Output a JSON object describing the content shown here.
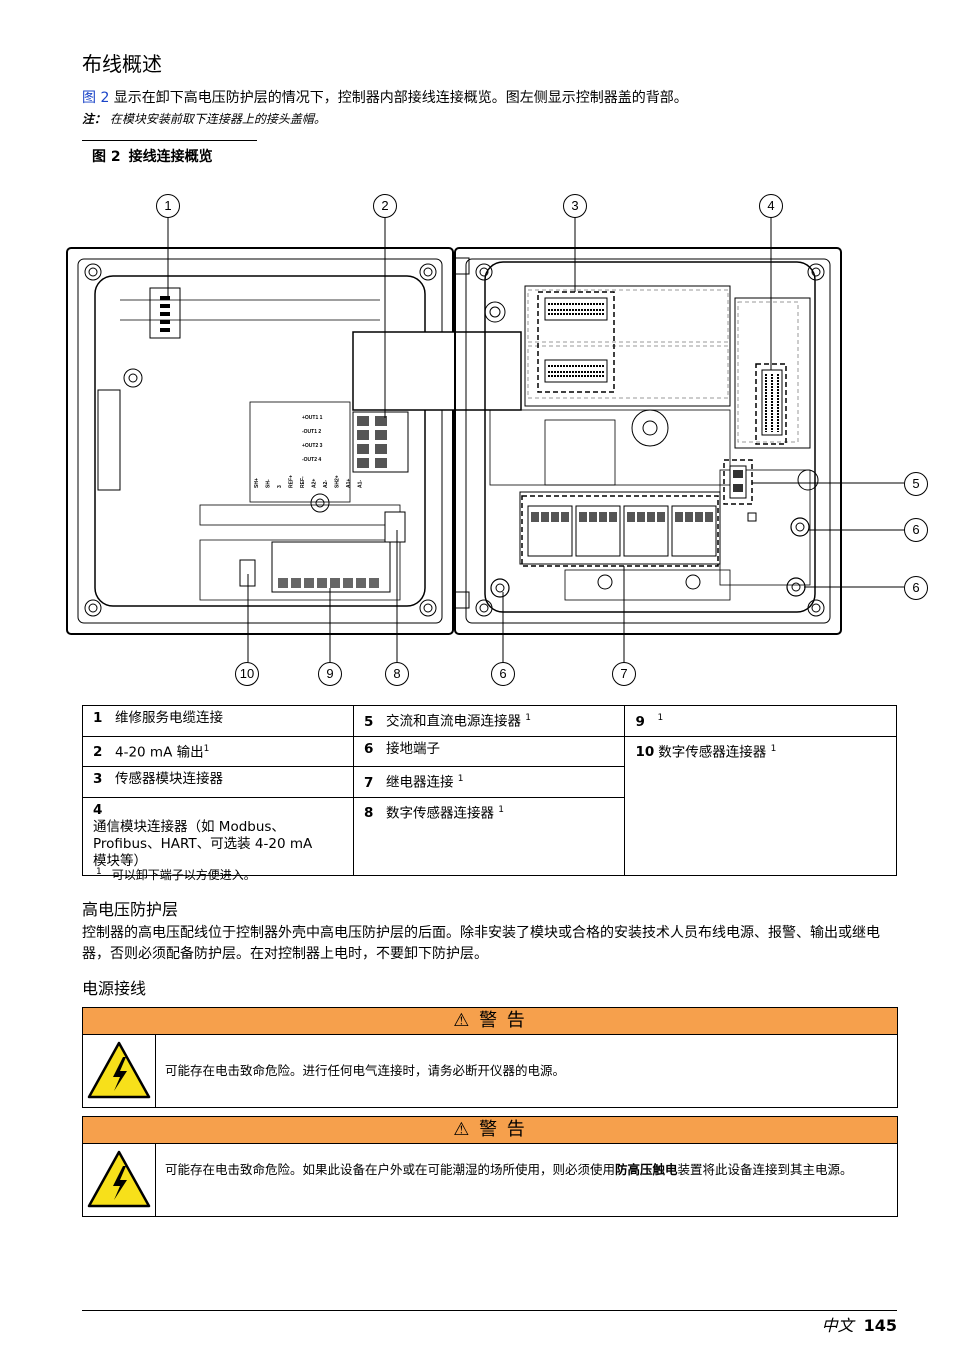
{
  "title": "布线概述",
  "intro": {
    "link": "图 2",
    "text": " 显示在卸下高电压防护层的情况下，控制器内部接线连接概览。图左侧显示控制器盖的背部。"
  },
  "note": {
    "label": "注：",
    "text": "在模块安装前取下连接器上的接头盖帽。"
  },
  "figure": {
    "number": "图 2",
    "caption": "接线连接概览"
  },
  "diagram_labels": {
    "out1": "+OUT1 1",
    "out2": "-OUT1 2",
    "out3": "+OUT2 3",
    "out4": "-OUT2 4",
    "bottom_terms": [
      "SH+",
      "SH-",
      "3",
      "REF+",
      "REF-",
      "A2+",
      "A2-",
      "SH2+",
      "A1+",
      "A1-"
    ]
  },
  "callouts": {
    "c1": "1",
    "c2": "2",
    "c3": "3",
    "c4": "4",
    "c5": "5",
    "c6a": "6",
    "c6b": "6",
    "c10": "10",
    "c9": "9",
    "c8": "8",
    "c6c": "6",
    "c7": "7"
  },
  "legend": {
    "r1c1": {
      "num": "1",
      "text": "维修服务电缆连接",
      "sup": ""
    },
    "r2c1": {
      "num": "2",
      "text": "4-20 mA 输出",
      "sup": "1"
    },
    "r3c1": {
      "num": "3",
      "text": "传感器模块连接器",
      "sup": ""
    },
    "r4c1": {
      "num": "4",
      "text": "通信模块连接器（如 Modbus、Profibus、HART、可选装 4-20 mA 模块等）",
      "sup": ""
    },
    "r1c2": {
      "num": "5",
      "text": "交流和直流电源连接器 ",
      "sup": "1"
    },
    "r2c2": {
      "num": "6",
      "text": "接地端子",
      "sup": ""
    },
    "r3c2": {
      "num": "7",
      "text": "继电器连接 ",
      "sup": "1"
    },
    "r4c2": {
      "num": "8",
      "text": "数字传感器连接器 ",
      "sup": "1"
    },
    "r1c3": {
      "num": "9",
      "text": "",
      "sup": "1"
    },
    "r2c3": {
      "num": "10",
      "text": "数字传感器连接器 ",
      "sup": "1"
    }
  },
  "footnote": {
    "mark": "1",
    "text": "可以卸下端子以方便进入。"
  },
  "section1": {
    "title": "高电压防护层",
    "text": "控制器的高电压配线位于控制器外壳中高电压防护层的后面。除非安装了模块或合格的安装技术人员布线电源、报警、输出或继电器，否则必须配备防护层。在对控制器上电时，不要卸下防护层。"
  },
  "section2": {
    "title": "电源接线"
  },
  "warnings": [
    {
      "header": "警 告",
      "text": "可能存在电击致命危险。进行任何电气连接时，请务必断开仪器的电源。"
    },
    {
      "header": "警 告",
      "text_before": "可能存在电击致命危险。如果此设备在户外或在可能潮湿的场所使用，则必须使用",
      "bold": "防高压触电",
      "text_after": "装置将此设备连接到其主电源。"
    }
  ],
  "footer": {
    "language": "中文",
    "page": "145"
  },
  "colors": {
    "warning_header": "#f6a04c",
    "link": "#1a44c8",
    "hazard_yellow": "#f7e01a"
  }
}
